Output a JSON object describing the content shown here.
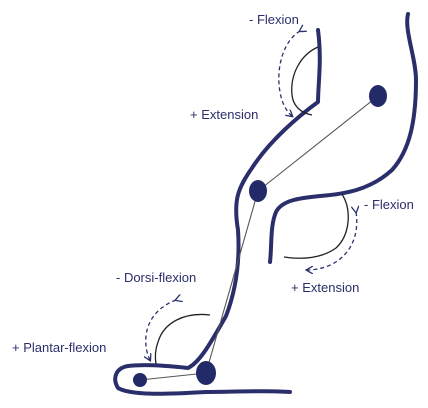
{
  "labels": {
    "hip_flexion": "- Flexion",
    "hip_extension": "+ Extension",
    "knee_flexion": "- Flexion",
    "knee_extension": "+ Extension",
    "ankle_dorsiflexion": "- Dorsi-flexion",
    "ankle_plantarflexion": "+ Plantar-flexion"
  },
  "colors": {
    "outline": "#2a2f6b",
    "joint": "#232a68",
    "segment": "#555555",
    "text": "#2a2f6b"
  }
}
